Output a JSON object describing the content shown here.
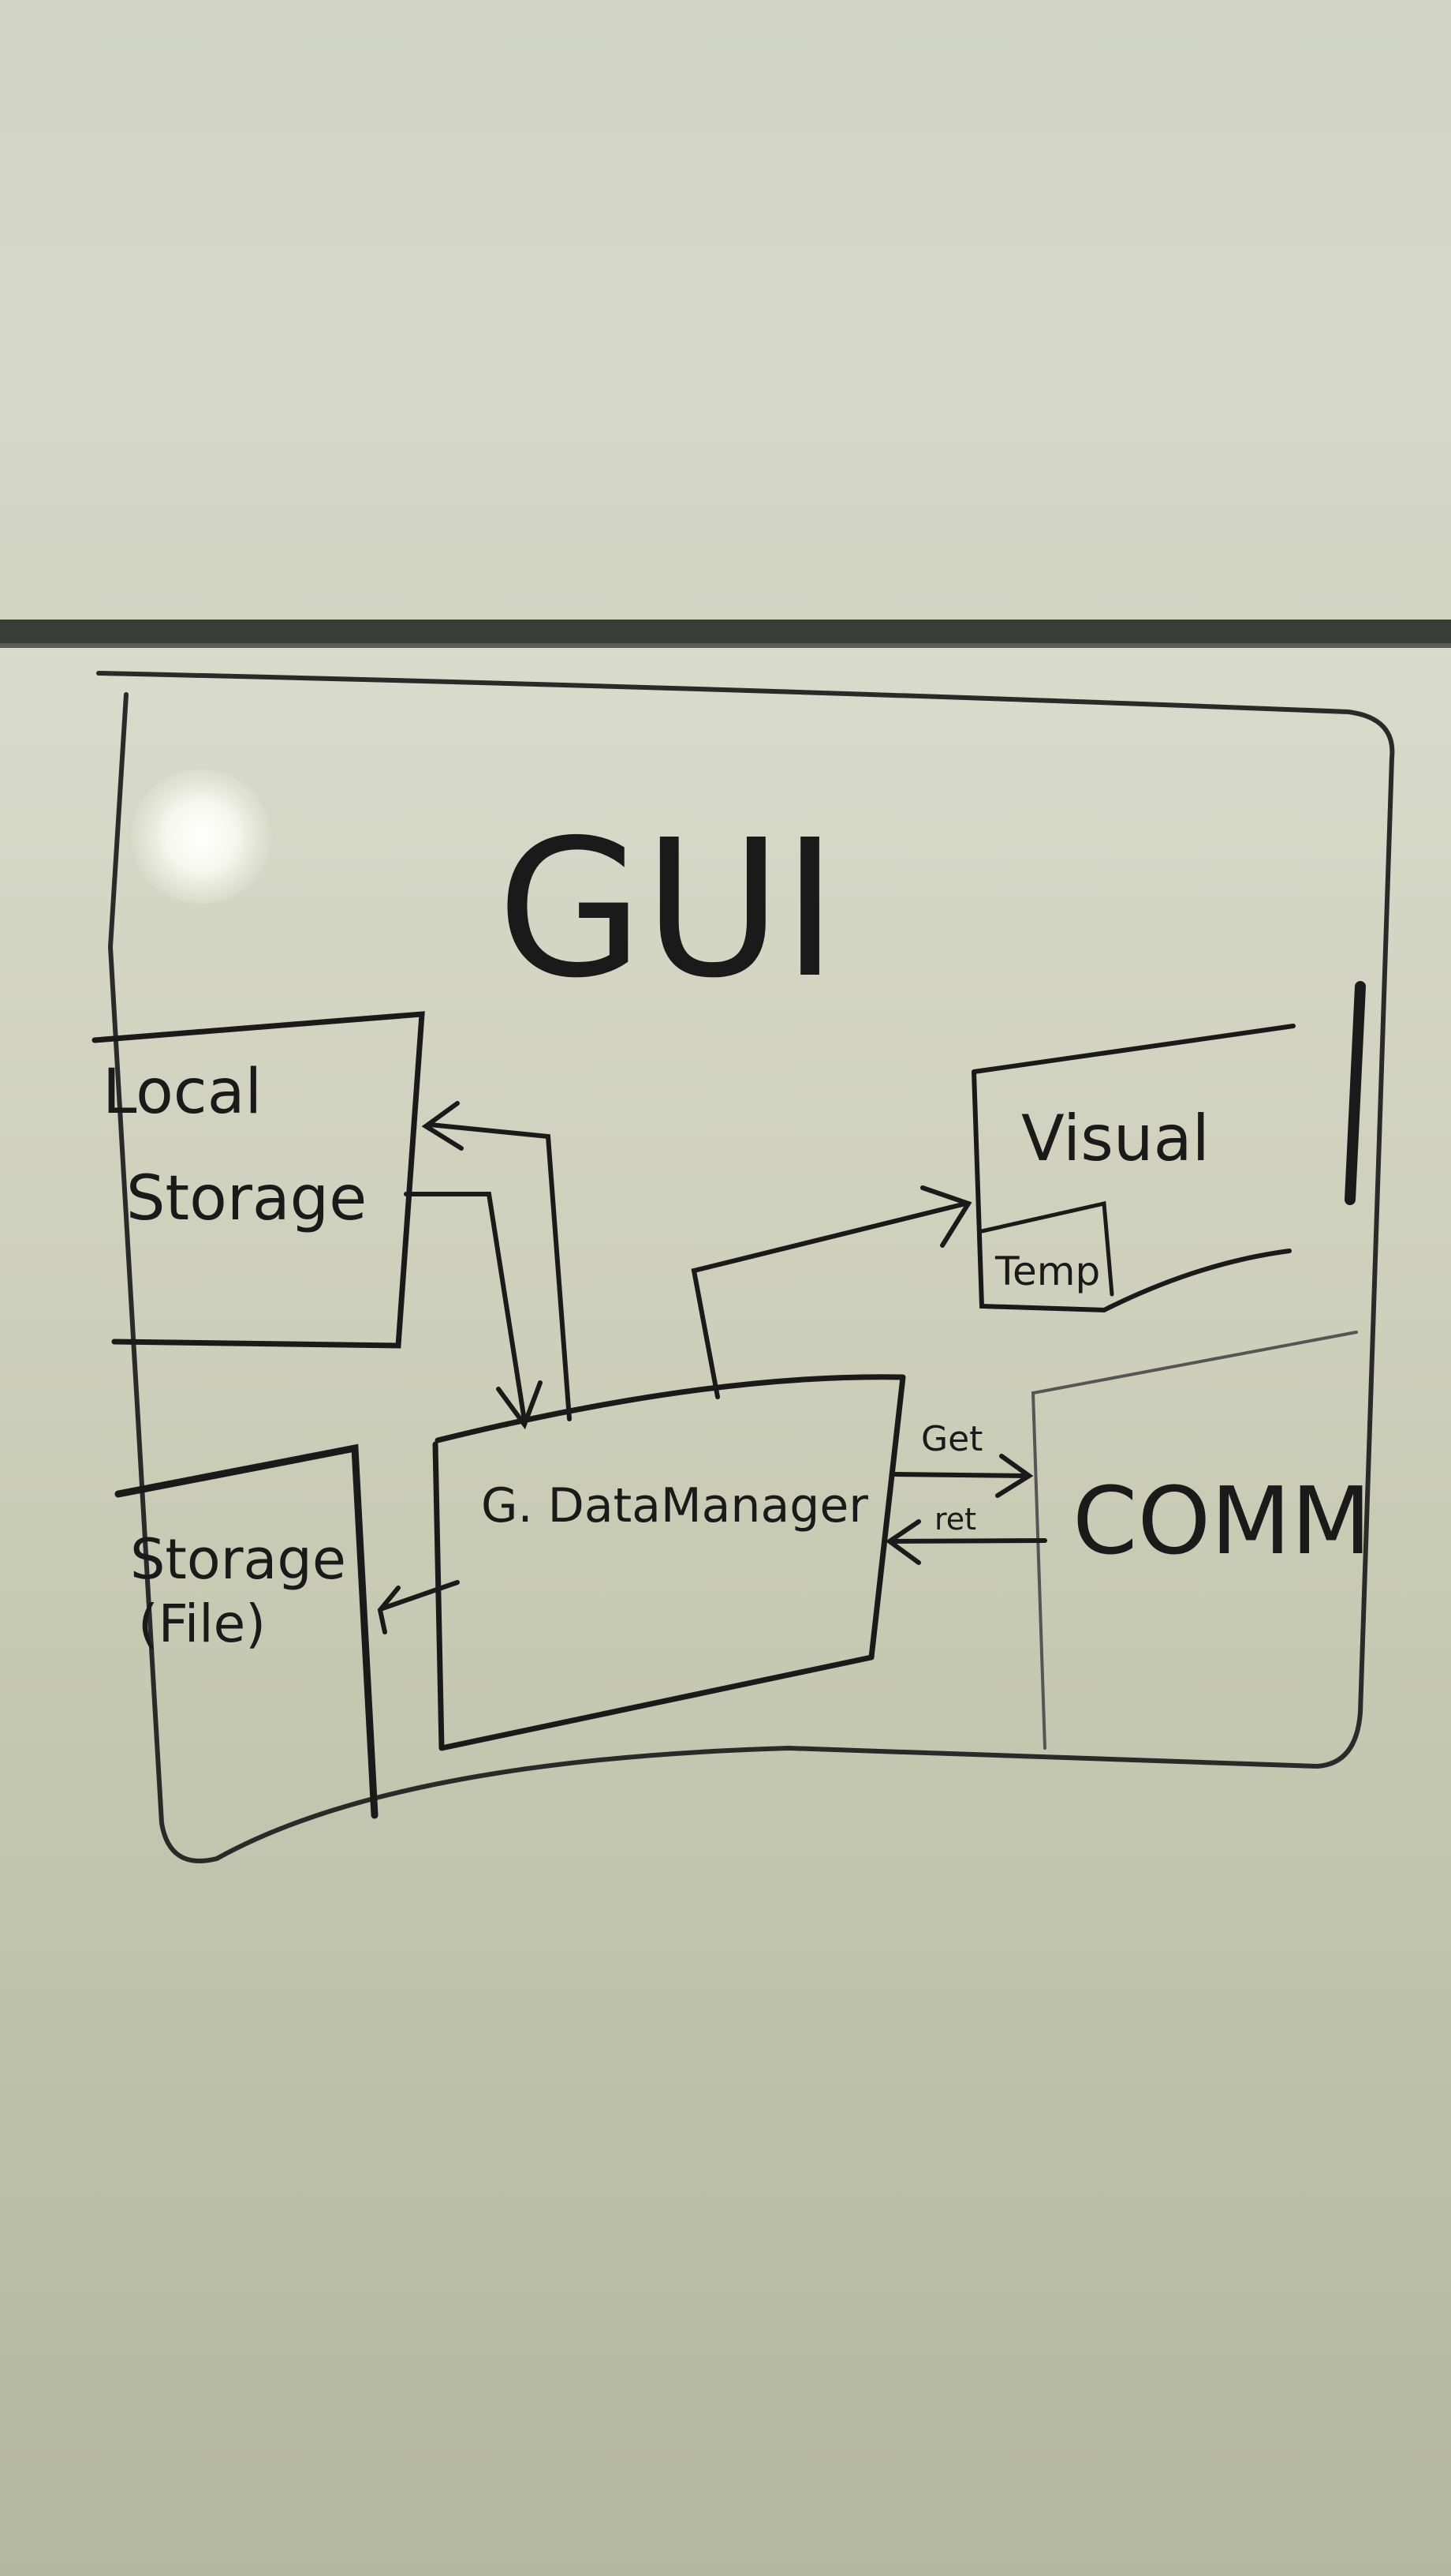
{
  "diagram": {
    "title": "GUI",
    "boxes": {
      "local_storage": {
        "line1": "Local",
        "line2": "Storage"
      },
      "visual": {
        "label": "Visual",
        "sub": "Temp"
      },
      "storage_file": {
        "line1": "Storage",
        "line2": "(File)"
      },
      "data_manager": {
        "label": "G. DataManager"
      },
      "comm": {
        "label": "COMM"
      }
    },
    "arrows": {
      "get": "Get",
      "ret": "ret"
    }
  },
  "colors": {
    "ink": "#1a1a1a",
    "board": "#d8dac9",
    "rail": "#3a3c38"
  }
}
